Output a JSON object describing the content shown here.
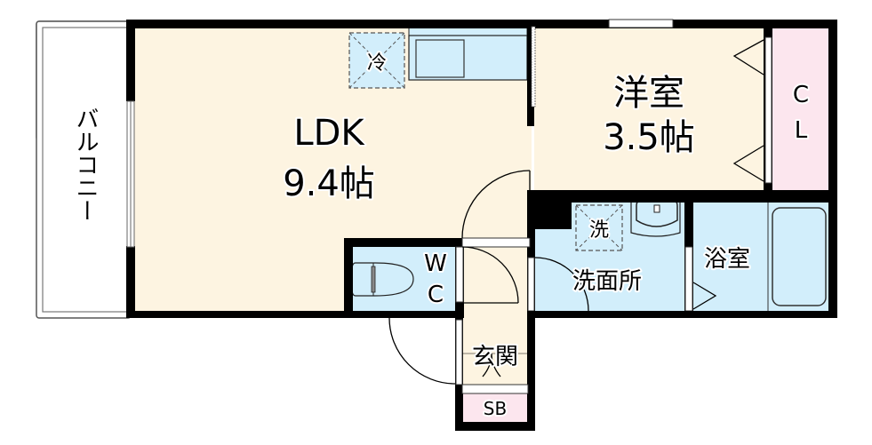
{
  "floor_plan": {
    "rooms": {
      "ldk": {
        "name": "LDK",
        "size": "9.4帖",
        "color": "#fdf4e1"
      },
      "western": {
        "name": "洋室",
        "size": "3.5帖",
        "color": "#fdf4e1"
      },
      "closet": {
        "line1": "C",
        "line2": "L",
        "color": "#fce6ee"
      },
      "balcony": {
        "label": "バルコニー"
      },
      "wc": {
        "line1": "W",
        "line2": "C",
        "color": "#d2eefb"
      },
      "washroom": {
        "name": "洗面所",
        "color": "#d2eefb"
      },
      "bathroom": {
        "name": "浴室",
        "color": "#d2eefb"
      },
      "entrance": {
        "name": "玄関",
        "color": "#fdf4e1"
      },
      "shoebox": {
        "name": "SB",
        "color": "#fce6ee"
      }
    },
    "fixtures": {
      "fridge": {
        "label": "冷"
      },
      "washer": {
        "label": "洗"
      }
    },
    "colors": {
      "wall": "#000000",
      "water_area": "#d2eefb",
      "room": "#fdf4e1",
      "storage": "#fce6ee"
    }
  }
}
